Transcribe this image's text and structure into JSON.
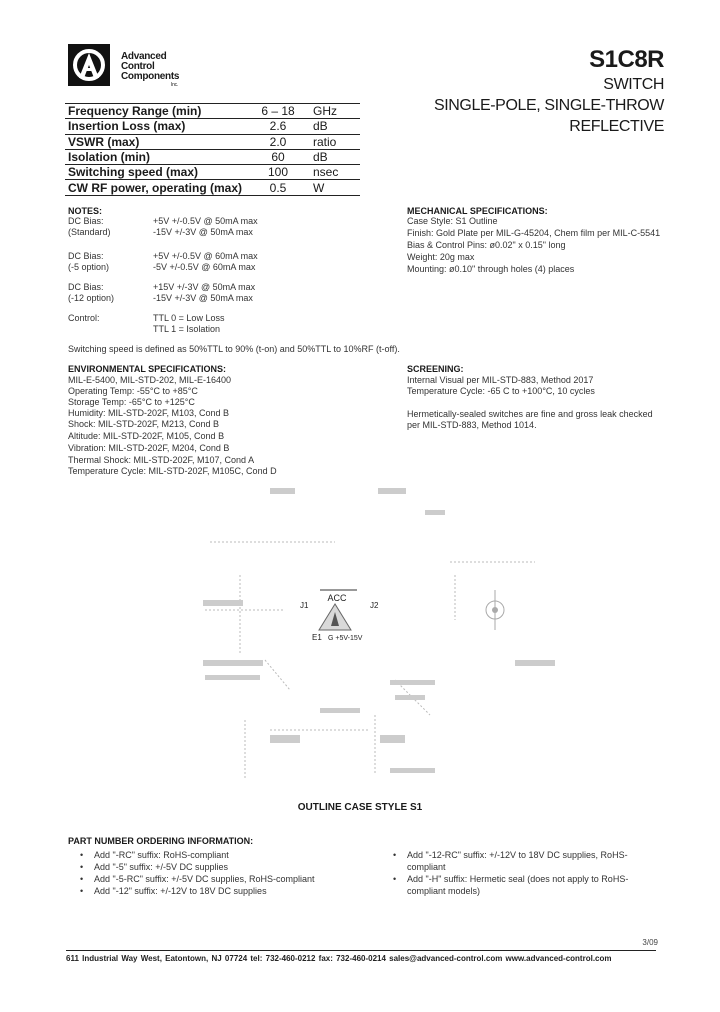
{
  "header": {
    "company_lines": [
      "Advanced",
      "Control",
      "Components"
    ],
    "company_inc": "Inc.",
    "part_number": "S1C8R",
    "subtitle_lines": [
      "SWITCH",
      "SINGLE-POLE, SINGLE-THROW",
      "REFLECTIVE"
    ]
  },
  "specs": [
    {
      "param": "Frequency Range (min)",
      "value": "6 – 18",
      "unit": "GHz"
    },
    {
      "param": "Insertion Loss (max)",
      "value": "2.6",
      "unit": "dB"
    },
    {
      "param": "VSWR (max)",
      "value": "2.0",
      "unit": "ratio"
    },
    {
      "param": "Isolation (min)",
      "value": "60",
      "unit": "dB"
    },
    {
      "param": "Switching speed (max)",
      "value": "100",
      "unit": "nsec"
    },
    {
      "param": "CW RF power, operating (max)",
      "value": "0.5",
      "unit": "W"
    }
  ],
  "notes": {
    "title": "NOTES:",
    "rows": [
      {
        "label": "DC Bias:",
        "value": "+5V +/-0.5V @ 50mA max"
      },
      {
        "label": "(Standard)",
        "value": "-15V +/-3V @ 50mA max"
      },
      {
        "label": "DC Bias:",
        "value": "+5V +/-0.5V @ 60mA max"
      },
      {
        "label": "(-5 option)",
        "value": "-5V +/-0.5V @ 60mA max"
      },
      {
        "label": "DC Bias:",
        "value": "+15V +/-3V @ 50mA max"
      },
      {
        "label": "(-12 option)",
        "value": "-15V +/-3V @ 50mA max"
      },
      {
        "label": "Control:",
        "value": "TTL 0 = Low Loss"
      },
      {
        "label": "",
        "value": "TTL 1 = Isolation"
      }
    ],
    "switching_note": "Switching speed is defined as 50%TTL to 90% (t-on) and 50%TTL to 10%RF (t-off)."
  },
  "mechanical": {
    "title": "MECHANICAL SPECIFICATIONS:",
    "lines": [
      "Case Style: S1 Outline",
      "Finish: Gold Plate per MIL-G-45204, Chem film per MIL-C-5541",
      "Bias & Control Pins: ø0.02\" x 0.15\" long",
      "Weight: 20g max",
      "Mounting: ø0.10\" through holes (4) places"
    ]
  },
  "environmental": {
    "title": "ENVIRONMENTAL SPECIFICATIONS:",
    "lines": [
      "MIL-E-5400, MIL-STD-202, MIL-E-16400",
      "Operating Temp: -55°C to +85°C",
      "Storage Temp: -65°C to +125°C",
      "Humidity: MIL-STD-202F, M103, Cond B",
      "Shock: MIL-STD-202F, M213, Cond B",
      "Altitude: MIL-STD-202F, M105, Cond B",
      "Vibration: MIL-STD-202F, M204, Cond B",
      "Thermal Shock: MIL-STD-202F, M107, Cond A",
      "Temperature Cycle: MIL-STD-202F, M105C, Cond D"
    ]
  },
  "screening": {
    "title": "SCREENING:",
    "lines": [
      "Internal Visual per MIL-STD-883, Method 2017",
      "Temperature Cycle: -65 C to +100°C, 10 cycles"
    ],
    "para_lines": [
      "Hermetically-sealed switches are fine and gross leak checked",
      "per MIL-STD-883, Method 1014."
    ]
  },
  "drawing": {
    "acc_label": "ACC",
    "j1": "J1",
    "j2": "J2",
    "e1": "E1",
    "e2": "G +5V-15V"
  },
  "case_title": "OUTLINE CASE STYLE S1",
  "ordering": {
    "title": "PART NUMBER ORDERING INFORMATION:",
    "left": [
      "Add \"-RC\" suffix: RoHS-compliant",
      "Add \"-5\" suffix: +/-5V DC supplies",
      "Add \"-5-RC\" suffix: +/-5V DC supplies, RoHS-compliant",
      "Add \"-12\" suffix: +/-12V to 18V DC supplies"
    ],
    "right": [
      [
        "Add \"-12-RC\" suffix: +/-12V to 18V DC supplies, RoHS-",
        "compliant"
      ],
      [
        "Add \"-H\" suffix: Hermetic seal (does not apply to RoHS-",
        "compliant models)"
      ]
    ]
  },
  "footer": {
    "address": "611 Industrial Way West, Eatontown, NJ   07724   tel: 732-460-0212   fax: 732-460-0214   sales@advanced-control.com   www.advanced-control.com",
    "revision": "3/09"
  },
  "colors": {
    "ink": "#1a1a1a",
    "logo": "#111111",
    "hazard": "#d9d9d9"
  }
}
